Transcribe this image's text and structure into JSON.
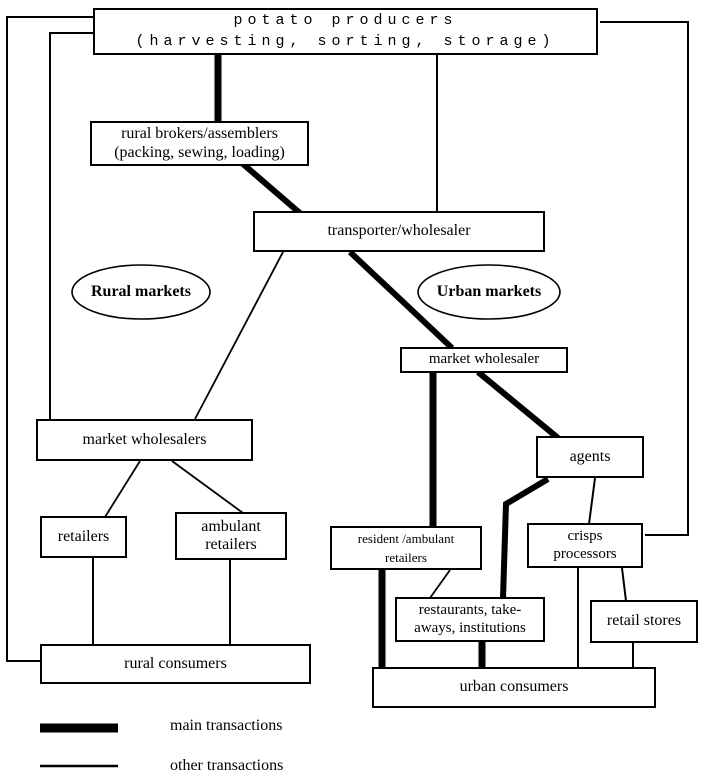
{
  "nodes": {
    "potato_producers": {
      "label": "potato producers\n(harvesting, sorting, storage)"
    },
    "rural_brokers": {
      "label": "rural brokers/assemblers\n(packing, sewing, loading)"
    },
    "transporter": {
      "label": "transporter/wholesaler"
    },
    "rural_markets": {
      "label": "Rural markets"
    },
    "urban_markets": {
      "label": "Urban markets"
    },
    "market_wholesaler": {
      "label": "market wholesaler"
    },
    "market_wholesalers": {
      "label": "market wholesalers"
    },
    "agents": {
      "label": "agents"
    },
    "retailers": {
      "label": "retailers"
    },
    "ambulant_retailers": {
      "label": "ambulant\nretailers"
    },
    "resident_ambulant_retailers": {
      "label": "resident /ambulant\nretailers"
    },
    "crisps_processors": {
      "label": "crisps\nprocessors"
    },
    "restaurants": {
      "label": "restaurants, take-\naways, institutions"
    },
    "retail_stores": {
      "label": "retail stores"
    },
    "rural_consumers": {
      "label": "rural consumers"
    },
    "urban_consumers": {
      "label": "urban consumers"
    }
  },
  "edges": [
    {
      "from": "potato producers",
      "to": "rural brokers/assemblers",
      "type": "main"
    },
    {
      "from": "rural brokers/assemblers",
      "to": "transporter/wholesaler",
      "type": "main"
    },
    {
      "from": "transporter/wholesaler",
      "to": "market wholesaler",
      "type": "main"
    },
    {
      "from": "market wholesaler",
      "to": "agents",
      "type": "main"
    },
    {
      "from": "market wholesaler",
      "to": "resident /ambulant retailers",
      "type": "main"
    },
    {
      "from": "resident /ambulant retailers",
      "to": "urban consumers",
      "type": "main"
    },
    {
      "from": "agents",
      "to": "restaurants, take-aways, institutions",
      "type": "main"
    },
    {
      "from": "restaurants, take-aways, institutions",
      "to": "urban consumers",
      "type": "main"
    },
    {
      "from": "potato producers",
      "to": "transporter/wholesaler",
      "type": "other"
    },
    {
      "from": "potato producers",
      "to": "market wholesalers",
      "type": "other"
    },
    {
      "from": "potato producers",
      "to": "rural consumers",
      "type": "other"
    },
    {
      "from": "potato producers",
      "to": "crisps processors",
      "type": "other"
    },
    {
      "from": "transporter/wholesaler",
      "to": "market wholesalers",
      "type": "other"
    },
    {
      "from": "market wholesalers",
      "to": "retailers",
      "type": "other"
    },
    {
      "from": "market wholesalers",
      "to": "ambulant retailers",
      "type": "other"
    },
    {
      "from": "retailers",
      "to": "rural consumers",
      "type": "other"
    },
    {
      "from": "ambulant retailers",
      "to": "rural consumers",
      "type": "other"
    },
    {
      "from": "agents",
      "to": "crisps processors",
      "type": "other"
    },
    {
      "from": "crisps processors",
      "to": "retail stores",
      "type": "other"
    },
    {
      "from": "crisps processors",
      "to": "urban consumers",
      "type": "other"
    },
    {
      "from": "retail stores",
      "to": "urban consumers",
      "type": "other"
    },
    {
      "from": "resident /ambulant retailers",
      "to": "restaurants, take-aways, institutions",
      "type": "other"
    }
  ],
  "legend": {
    "main_label": "main transactions",
    "other_label": "other transactions"
  },
  "colors": {
    "line": "#000000",
    "background": "#ffffff"
  }
}
